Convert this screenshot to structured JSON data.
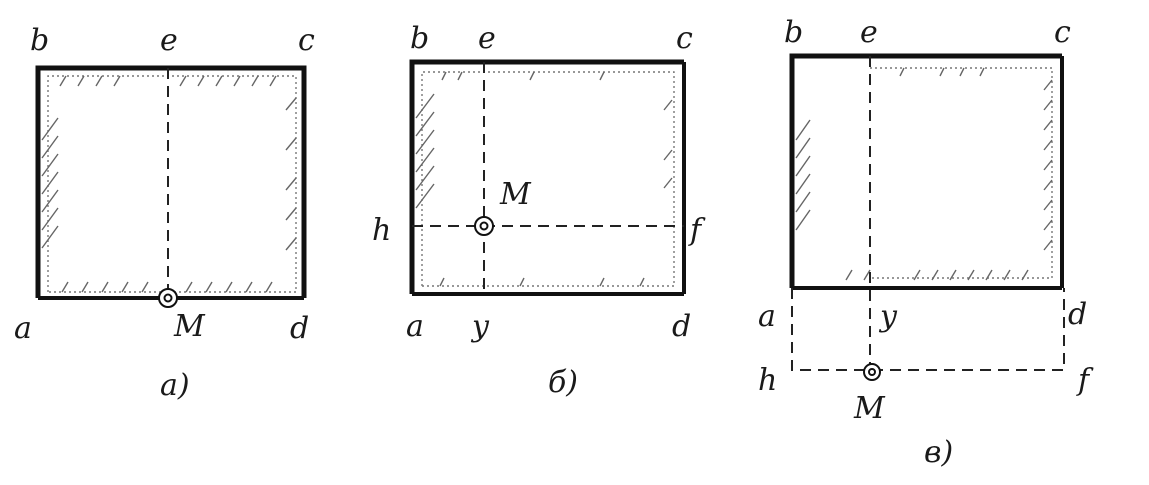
{
  "figures": [
    {
      "caption": "а)",
      "labels": {
        "b": "b",
        "e": "e",
        "c": "c",
        "a": "a",
        "d": "d",
        "M": "M"
      }
    },
    {
      "caption": "б)",
      "labels": {
        "b": "b",
        "e": "e",
        "c": "c",
        "a": "a",
        "d": "d",
        "y": "y",
        "h": "h",
        "f": "f",
        "M": "M"
      }
    },
    {
      "caption": "в)",
      "labels": {
        "b": "b",
        "e": "e",
        "c": "c",
        "a": "a",
        "d": "d",
        "y": "y",
        "h": "h",
        "f": "f",
        "M": "M"
      }
    }
  ]
}
